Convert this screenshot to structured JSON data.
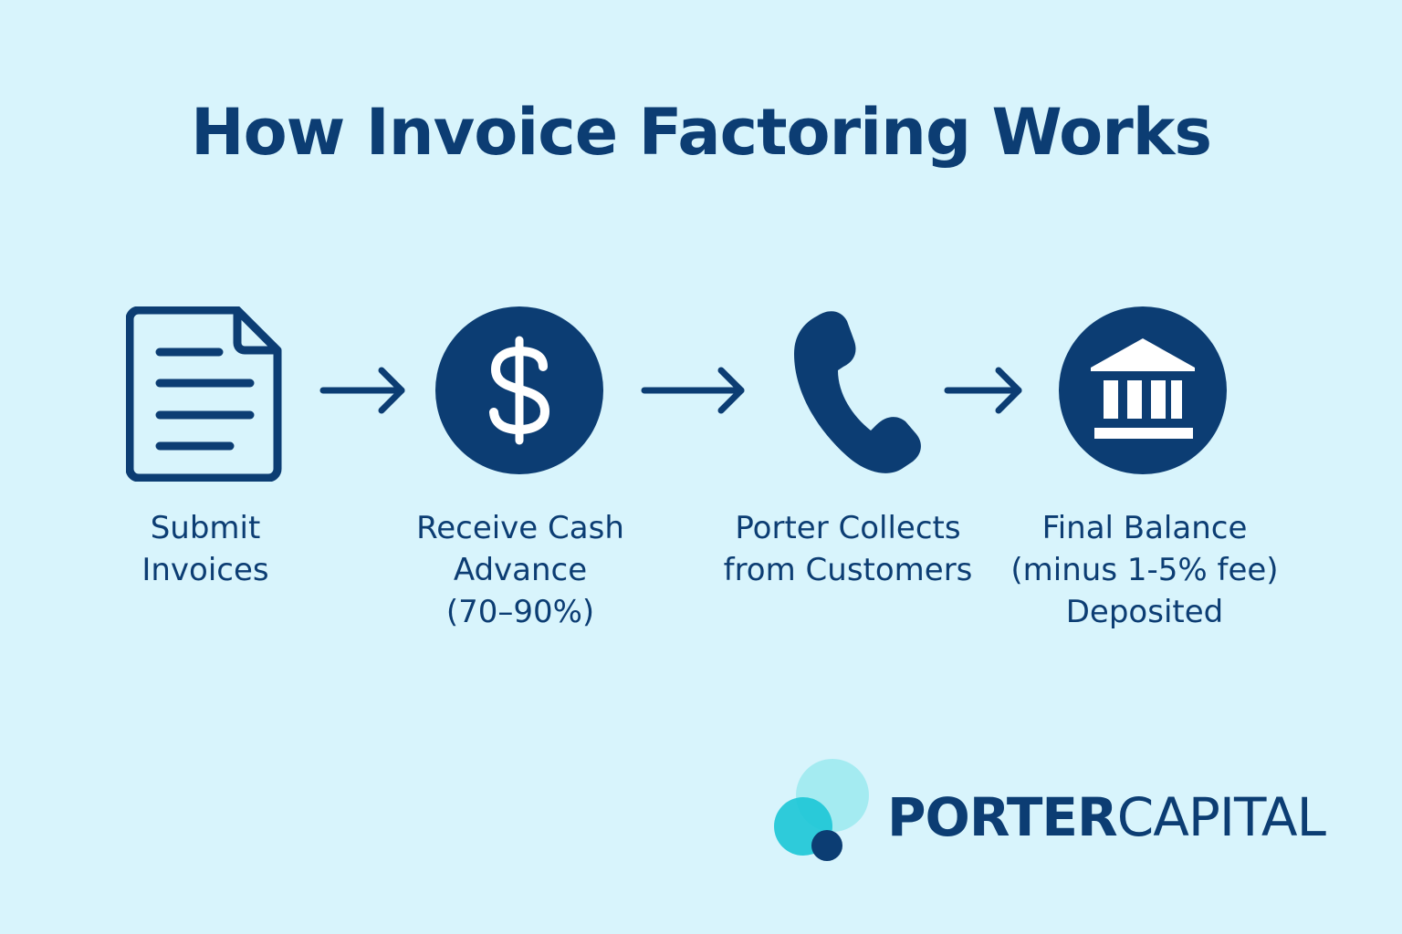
{
  "title": "How Invoice Factoring Works",
  "colors": {
    "background": "#d8f4fc",
    "primary": "#0c3d73",
    "accent_teal": "#1cc6d6",
    "accent_light": "#9feaf0"
  },
  "steps": [
    {
      "icon": "document-icon",
      "lines": [
        "Submit",
        "Invoices"
      ]
    },
    {
      "icon": "dollar-circle-icon",
      "lines": [
        "Receive Cash",
        "Advance",
        "(70–90%)"
      ]
    },
    {
      "icon": "phone-icon",
      "lines": [
        "Porter Collects",
        "from Customers"
      ]
    },
    {
      "icon": "bank-circle-icon",
      "lines": [
        "Final Balance",
        "(minus 1-5% fee)",
        "Deposited"
      ]
    }
  ],
  "logo": {
    "bold": "PORTER",
    "light": "CAPITAL"
  }
}
